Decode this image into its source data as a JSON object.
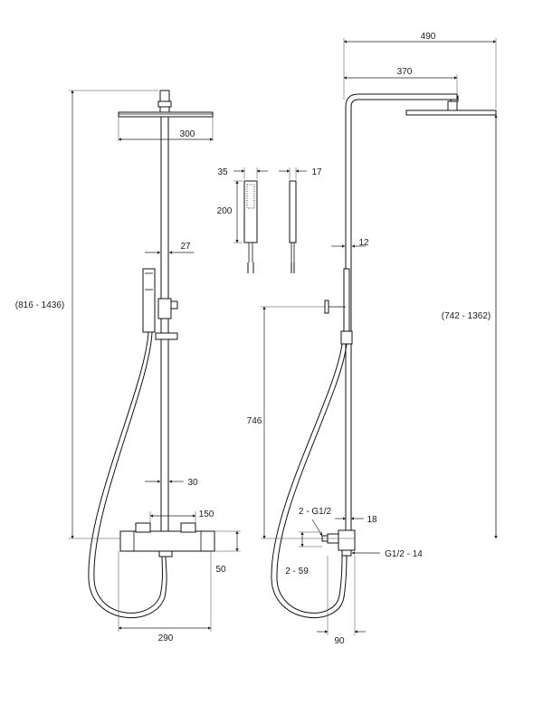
{
  "front_view": {
    "total_height": "(816 - 1436)",
    "head_width": "300",
    "pipe_spacing": "27",
    "bar_spacing": "30",
    "thermostat_width": "150",
    "thermostat_height": "50",
    "hose_width": "290"
  },
  "handshower_detail": {
    "width": "35",
    "depth": "17",
    "height": "200"
  },
  "side_view": {
    "total_projection": "490",
    "arm_projection": "370",
    "pipe_diameter": "12",
    "column_height": "(742 - 1362)",
    "outlet_height": "746",
    "inlet_thread": "2 - G1/2",
    "wall_offset": "18",
    "outlet_thread": "G1/2 - 14",
    "inlet_spacing": "2 - 59",
    "depth": "90"
  },
  "colors": {
    "line": "#111111",
    "background": "#ffffff"
  }
}
